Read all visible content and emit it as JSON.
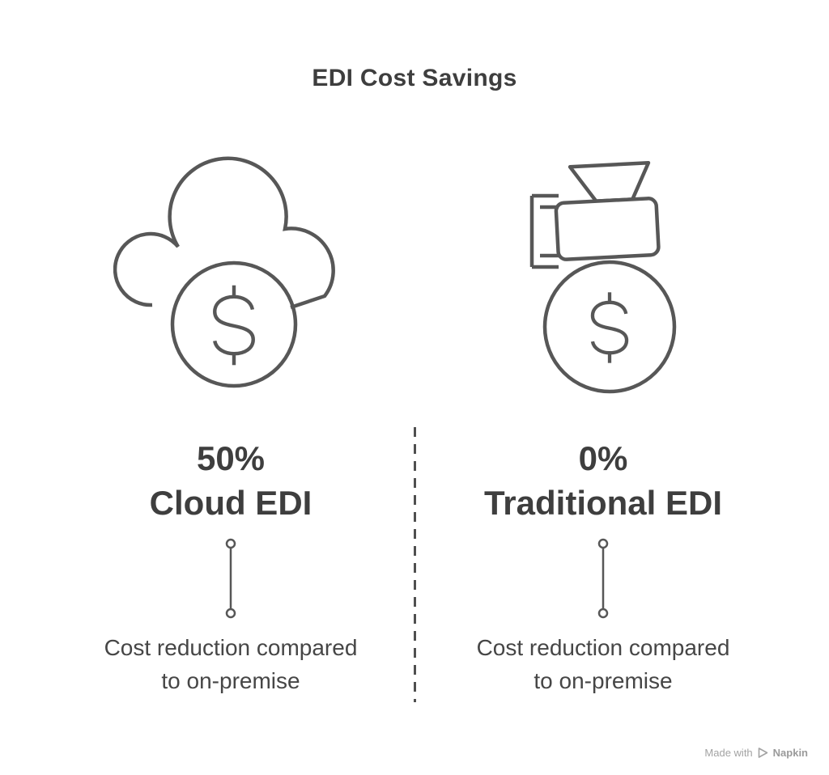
{
  "title": "EDI Cost Savings",
  "columns": [
    {
      "icon": "cloud-dollar-icon",
      "value": "50%",
      "label": "Cloud EDI",
      "description": "Cost reduction compared\nto on-premise"
    },
    {
      "icon": "money-bag-icon",
      "value": "0%",
      "label": "Traditional EDI",
      "description": "Cost reduction compared\nto on-premise"
    }
  ],
  "footer": {
    "made_with": "Made with",
    "brand": "Napkin"
  },
  "colors": {
    "background": "#ffffff",
    "text": "#3e3e3e",
    "icon_stroke": "#575757",
    "divider": "#4f4f4f",
    "footer_text": "#a3a3a3"
  }
}
